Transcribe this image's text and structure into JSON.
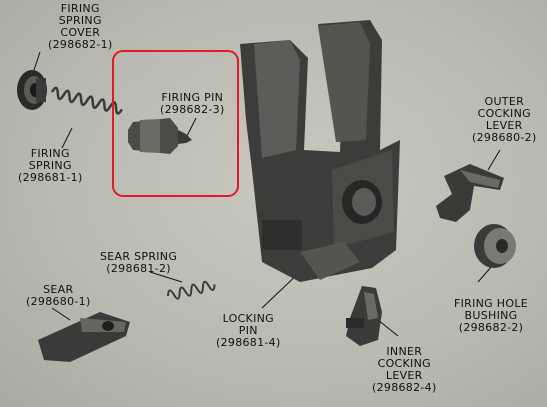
{
  "highlight": {
    "color": "#e11b24",
    "target": "firing-pin"
  },
  "labels": {
    "firing_spring_cover": {
      "l1": "FIRING",
      "l2": "SPRING",
      "l3": "COVER",
      "part": "(298682-1)"
    },
    "firing_spring": {
      "l1": "FIRING",
      "l2": "SPRING",
      "part": "(298681-1)"
    },
    "firing_pin": {
      "l1": "FIRING PIN",
      "part": "(298682-3)"
    },
    "outer_cocking_lever": {
      "l1": "OUTER",
      "l2": "COCKING",
      "l3": "LEVER",
      "part": "(298680-2)"
    },
    "sear_spring": {
      "l1": "SEAR SPRING",
      "part": "(298681-2)"
    },
    "sear": {
      "l1": "SEAR",
      "part": "(298680-1)"
    },
    "firing_hole_bushing": {
      "l1": "FIRING HOLE",
      "l2": "BUSHING",
      "part": "(298682-2)"
    },
    "locking_pin": {
      "l1": "LOCKING",
      "l2": "PIN",
      "part": "(298681-4)"
    },
    "inner_cocking_lever": {
      "l1": "INNER",
      "l2": "COCKING",
      "l3": "LEVER",
      "part": "(298682-4)"
    }
  }
}
